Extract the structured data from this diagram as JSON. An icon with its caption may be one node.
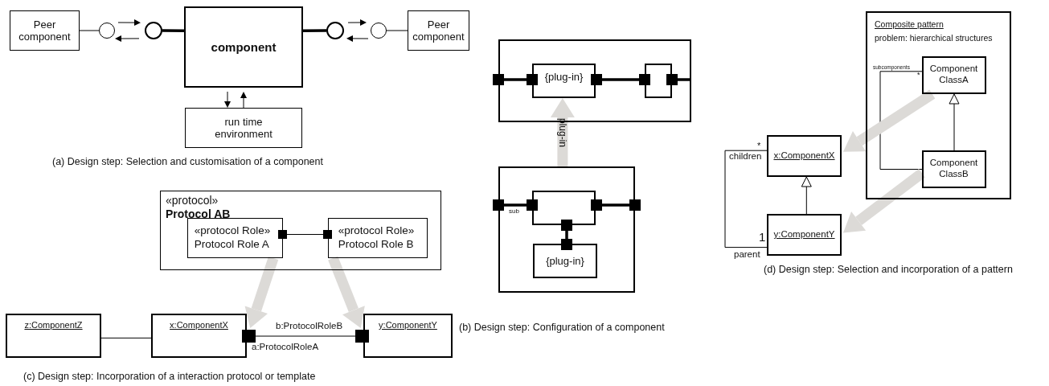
{
  "diagram": {
    "nodes": [
      {
        "text": [
          "Peer component"
        ]
      },
      {
        "text": [],
        "shape": "circle"
      },
      {
        "text": [],
        "shape": "circle"
      },
      {
        "text": [
          "component"
        ]
      },
      {
        "text": [],
        "shape": "circle"
      },
      {
        "text": [],
        "shape": "circle"
      },
      {
        "text": [
          "Peer component"
        ]
      },
      {
        "text": [
          "run time environment"
        ]
      },
      {
        "text": [
          "«protocol»",
          "Protocol AB"
        ]
      },
      {
        "text": [
          "«protocol Role» Protocol Role A"
        ],
        "in": 8
      },
      {
        "text": [],
        "shape": "square",
        "in": 8
      },
      {
        "text": [],
        "shape": "square",
        "in": 8
      },
      {
        "text": [
          "«protocol Role» Protocol Role B"
        ],
        "in": 8
      },
      {
        "text": [
          "z:ComponentZ"
        ]
      },
      {
        "text": [
          "x:ComponentX"
        ]
      },
      {
        "text": [],
        "shape": "square",
        "beside": [
          "a:ProtocolRoleA"
        ]
      },
      {
        "text": [],
        "shape": "square",
        "beside": [
          "b:ProtocolRoleB"
        ]
      },
      {
        "text": [
          "y:ComponentY"
        ]
      },
      {
        "text": [],
        "shape": "box"
      },
      {
        "text": [],
        "shape": "square"
      },
      {
        "text": [],
        "shape": "square",
        "in": 18
      },
      {
        "text": [
          "{plug-in}"
        ],
        "in": 18
      },
      {
        "text": [],
        "shape": "square",
        "in": 18
      },
      {
        "text": [],
        "shape": "square",
        "in": 18
      },
      {
        "text": [],
        "shape": "box",
        "in": 18
      },
      {
        "text": [],
        "shape": "square",
        "in": 18
      },
      {
        "text": [],
        "shape": "box"
      },
      {
        "text": [],
        "shape": "square"
      },
      {
        "text": [],
        "shape": "square",
        "in": 26,
        "beside": [
          "sub"
        ]
      },
      {
        "text": [],
        "shape": "box",
        "in": 26
      },
      {
        "text": [],
        "shape": "square",
        "in": 26
      },
      {
        "text": [],
        "shape": "square"
      },
      {
        "text": [],
        "shape": "square",
        "in": 26
      },
      {
        "text": [],
        "shape": "square",
        "in": 26
      },
      {
        "text": [
          "{plug-in}"
        ],
        "in": 26
      },
      {
        "text": [
          "Composite pattern",
          "problem: hierarchical structures"
        ]
      },
      {
        "text": [
          "Component ClassA"
        ],
        "in": 35,
        "beside": [
          "subcomponents",
          "*"
        ]
      },
      {
        "text": [
          "Component ClassB"
        ],
        "in": 35
      },
      {
        "text": [
          "x:ComponentX"
        ],
        "beside": [
          "*",
          "children"
        ]
      },
      {
        "text": [
          "y:ComponentY"
        ],
        "beside": [
          "1",
          "parent"
        ]
      }
    ],
    "edges": [
      {
        "from": 0,
        "to": 1,
        "arrow": "none"
      },
      {
        "from": 1,
        "to": 2,
        "arrow": "to"
      },
      {
        "from": 2,
        "to": 1,
        "arrow": "to"
      },
      {
        "from": 2,
        "to": 3,
        "arrow": "none",
        "style": "thick"
      },
      {
        "from": 3,
        "to": 4,
        "arrow": "none",
        "style": "thick"
      },
      {
        "from": 4,
        "to": 5,
        "arrow": "to"
      },
      {
        "from": 5,
        "to": 4,
        "arrow": "to"
      },
      {
        "from": 5,
        "to": 6,
        "arrow": "none"
      },
      {
        "from": 3,
        "to": 7,
        "arrow": "to"
      },
      {
        "from": 7,
        "to": 3,
        "arrow": "to"
      },
      {
        "from": 10,
        "to": 11,
        "arrow": "none"
      },
      {
        "from": 9,
        "to": 15,
        "arrow": "to",
        "style": "thick",
        "color": "#dcdad7"
      },
      {
        "from": 12,
        "to": 16,
        "arrow": "to",
        "style": "thick",
        "color": "#dcdad7"
      },
      {
        "from": 13,
        "to": 14,
        "arrow": "none"
      },
      {
        "from": 15,
        "to": 16,
        "arrow": "none"
      },
      {
        "from": 19,
        "to": 20,
        "arrow": "none",
        "style": "thick"
      },
      {
        "from": 22,
        "to": 23,
        "arrow": "none",
        "style": "thick"
      },
      {
        "from": 25,
        "to": 18,
        "arrow": "none",
        "style": "thick"
      },
      {
        "from": 27,
        "to": 28,
        "arrow": "none",
        "style": "thick"
      },
      {
        "from": 30,
        "to": 31,
        "arrow": "none",
        "style": "thick"
      },
      {
        "from": 32,
        "to": 33,
        "arrow": "none",
        "style": "thick"
      },
      {
        "from": 26,
        "to": 21,
        "arrow": "to",
        "label": "plug-in",
        "style": "thick",
        "color": "#dcdad7"
      },
      {
        "from": 37,
        "to": 36,
        "arrow": "to"
      },
      {
        "from": 37,
        "to": 36,
        "arrow": "none"
      },
      {
        "from": 39,
        "to": 38,
        "arrow": "to"
      },
      {
        "from": 38,
        "to": 39,
        "arrow": "none"
      },
      {
        "from": 36,
        "to": 38,
        "arrow": "to",
        "style": "thick",
        "color": "#dcdad7"
      },
      {
        "from": 37,
        "to": 39,
        "arrow": "to",
        "style": "thick",
        "color": "#dcdad7"
      }
    ],
    "labels": [
      "(a) Design step: Selection and customisation of a component",
      "(b) Design step: Configuration of a component",
      "(c) Design step: Incorporation of a interaction protocol or template",
      "(d) Design step: Selection and incorporation of a pattern"
    ]
  }
}
